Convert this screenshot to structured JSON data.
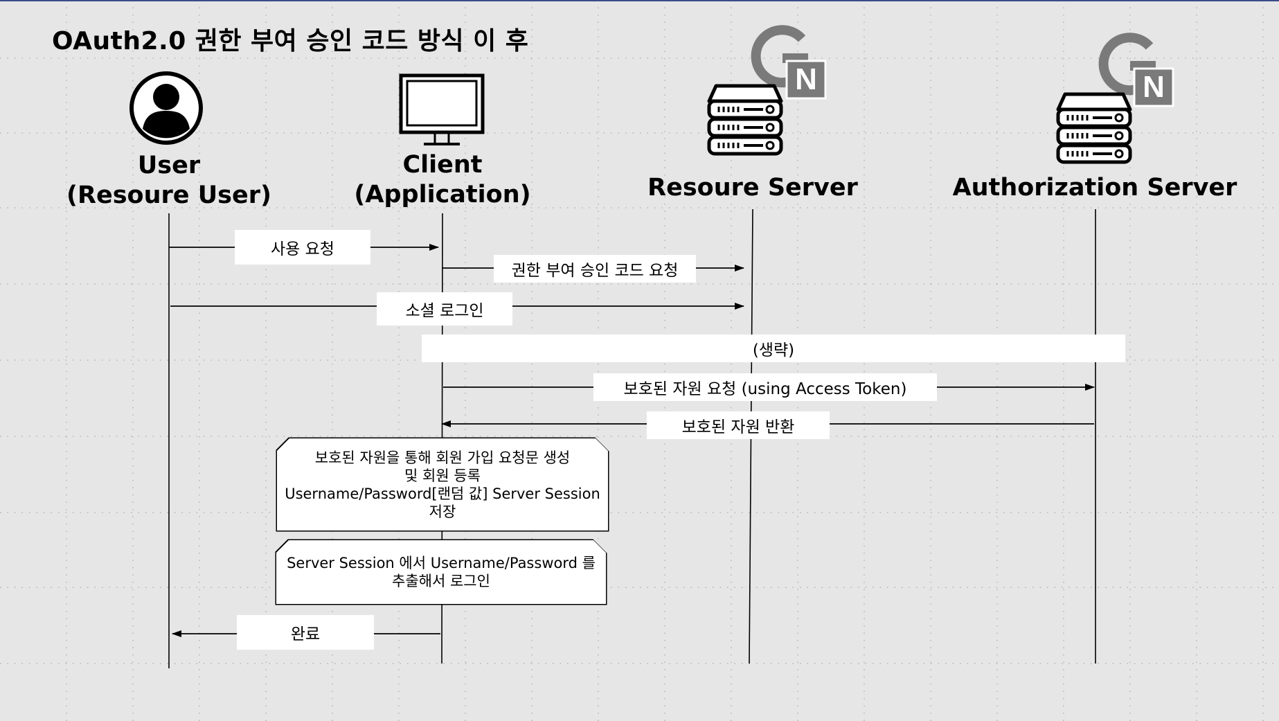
{
  "title": "OAuth2.0 권한 부여 승인 코드 방식 이 후",
  "actors": {
    "user": [
      "User",
      "(Resoure User)"
    ],
    "client": [
      "Client",
      "(Application)"
    ],
    "resource": [
      "Resoure Server"
    ],
    "auth": [
      "Authorization Server"
    ]
  },
  "messages": {
    "use_request": "사용 요청",
    "grant_request": "권한 부여 승인 코드 요청",
    "social_login": "소셜 로그인",
    "omitted": "(생략)",
    "protected_request": "보호된 자원 요청 (using Access Token)",
    "protected_return": "보호된 자원 반환",
    "done": "완료"
  },
  "notes": {
    "signup": [
      "보호된 자원을 통해 회원 가입 요청문 생성",
      "및 회원 등록",
      "Username/Password[랜덤 값] Server Session",
      "저장"
    ],
    "login": [
      "Server Session 에서 Username/Password 를",
      "추출해서 로그인"
    ]
  },
  "logo_letters": "GN",
  "colors": {
    "background": "#e6e6e6",
    "grid_dot": "#9a9a9a",
    "label_bg": "#ffffff",
    "logo_gray": "#7a7a7a"
  }
}
